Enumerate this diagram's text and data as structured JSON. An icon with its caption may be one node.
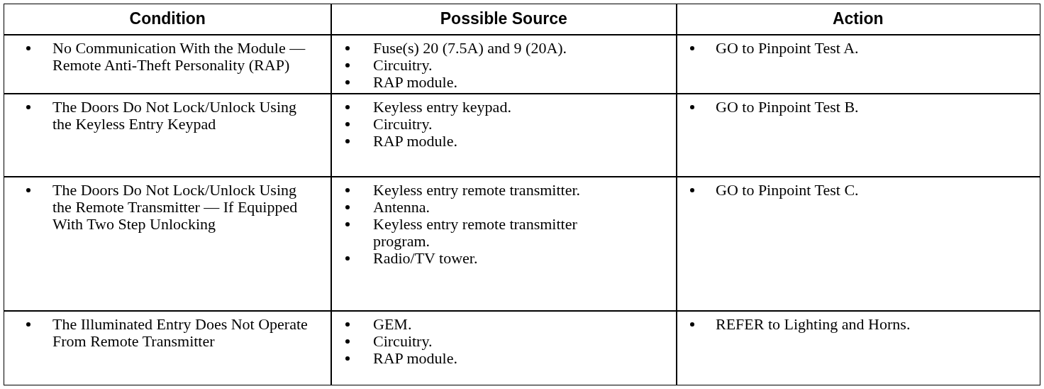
{
  "diagram": {
    "labels": [
      "Condition",
      "Possible Source",
      "Action",
      "No Communication With the Module — Remote Anti-Theft Personality (RAP)",
      "Fuse(s) 20 (7.5A) and 9 (20A).",
      "Circuitry.",
      "RAP module.",
      "GO to Pinpoint Test A.",
      "The Doors Do Not Lock/Unlock Using the Keyless Entry Keypad",
      "Keyless entry keypad.",
      "Circuitry.",
      "RAP module.",
      "GO to Pinpoint Test B.",
      "The Doors Do Not Lock/Unlock Using the Remote Transmitter — If Equipped With Two Step Unlocking",
      "Keyless entry remote transmitter.",
      "Antenna.",
      "Keyless entry remote transmitter program.",
      "Radio/TV tower.",
      "GO to Pinpoint Test C.",
      "The Illuminated Entry Does Not Operate From Remote Transmitter",
      "GEM.",
      "Circuitry.",
      "RAP module.",
      "REFER to Lighting and Horns."
    ]
  }
}
